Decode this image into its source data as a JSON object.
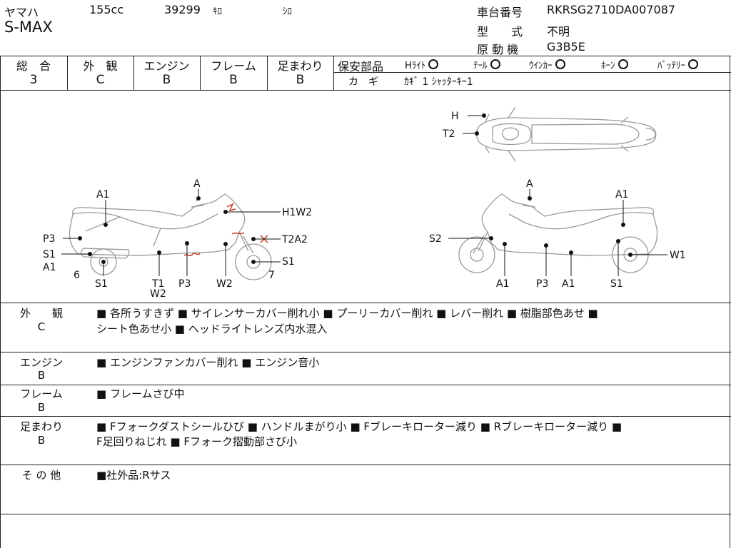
{
  "header": {
    "maker": "ヤマハ",
    "displacement": "155cc",
    "mileage": "39299",
    "mileage_unit": "ｷﾛ",
    "color": "ｼﾛ",
    "model_name": "S-MAX",
    "frame_no_label": "車台番号",
    "frame_no": "RKRSG2710DA007087",
    "type_label": "型　　式",
    "type_value": "不明",
    "engine_label": "原 動 機",
    "engine_value": "G3B5E"
  },
  "grades": {
    "overall": {
      "label": "総　合",
      "value": "3"
    },
    "exterior": {
      "label": "外　観",
      "value": "C"
    },
    "engine": {
      "label": "エンジン",
      "value": "B"
    },
    "frame": {
      "label": "フレーム",
      "value": "B"
    },
    "suspension": {
      "label": "足まわり",
      "value": "B"
    }
  },
  "safety": {
    "label": "保安部品",
    "items": [
      {
        "name": "Hﾗｲﾄ",
        "mark": "○"
      },
      {
        "name": "ﾃｰﾙ",
        "mark": "○"
      },
      {
        "name": "ｳｲﾝｶｰ",
        "mark": "○"
      },
      {
        "name": "ﾎｰﾝ",
        "mark": "○"
      },
      {
        "name": "ﾊﾞｯﾃﾘｰ",
        "mark": "○"
      }
    ],
    "key_label": "カ　ギ",
    "key_value": "ｶｷﾞ 1 ｼｬｯﾀｰｷｰ1"
  },
  "diagram_labels": {
    "top_view": [
      "H",
      "T2"
    ],
    "left_view": [
      "A",
      "A1",
      "H1W2",
      "P3",
      "T2A2",
      "S1",
      "A1",
      "S1",
      "6",
      "7",
      "S1",
      "T1",
      "W2",
      "P3",
      "W2"
    ],
    "right_view": [
      "A",
      "A1",
      "S2",
      "W1",
      "A1",
      "P3",
      "A1",
      "S1"
    ]
  },
  "details": [
    {
      "label": "外　　観",
      "grade": "C",
      "text": [
        "■ 各所うすきず ■ サイレンサーカバー削れ小 ■ プーリーカバー削れ ■ レバー削れ ■ 樹脂部色あせ ■",
        "シート色あせ小 ■ ヘッドライトレンズ内水混入"
      ]
    },
    {
      "label": "エンジン",
      "grade": "B",
      "text": [
        "■ エンジンファンカバー削れ ■ エンジン音小"
      ]
    },
    {
      "label": "フレーム",
      "grade": "B",
      "text": [
        "■ フレームさび中"
      ]
    },
    {
      "label": "足まわり",
      "grade": "B",
      "text": [
        "■ Fフォークダストシールひび ■ ハンドルまがり小 ■ Fブレーキローター減り ■ Rブレーキローター減り ■",
        "F足回りねじれ ■ Fフォーク摺動部さび小"
      ]
    },
    {
      "label": "そ の 他",
      "grade": "",
      "text": [
        "■社外品:Rサス"
      ]
    }
  ]
}
